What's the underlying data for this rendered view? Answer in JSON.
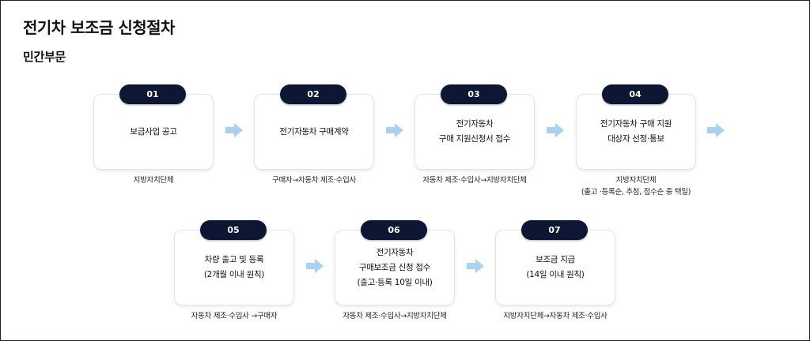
{
  "page": {
    "title": "전기차 보조금 신청절차",
    "section": "민간부문"
  },
  "steps": [
    {
      "num": "01",
      "lines": [
        "보급사업 공고"
      ],
      "captions": [
        "지방자치단체"
      ]
    },
    {
      "num": "02",
      "lines": [
        "전기자동차 구매계약"
      ],
      "captions": [
        "구매자→자동차 제조·수입사"
      ]
    },
    {
      "num": "03",
      "lines": [
        "전기자동차",
        "구매 지원신청서 접수"
      ],
      "captions": [
        "자동차 제조·수입사→지방자치단체"
      ]
    },
    {
      "num": "04",
      "lines": [
        "전기자동차 구매 지원",
        "대상자 선정·통보"
      ],
      "captions": [
        "지방자치단체",
        "(출고 ·등록순, 추첨, 접수순 중 택일)"
      ]
    },
    {
      "num": "05",
      "lines": [
        "차량 출고 및 등록",
        "(2개월 이내 원칙)"
      ],
      "captions": [
        "자동차 제조·수입사 →구매자"
      ]
    },
    {
      "num": "06",
      "lines": [
        "전기자동차",
        "구매보조금 신청 접수",
        "(출고·등록 10일 이내)"
      ],
      "captions": [
        "자동차 제조·수입사→지방자치단체"
      ]
    },
    {
      "num": "07",
      "lines": [
        "보조금 지급",
        "(14일 이내 원칙)"
      ],
      "captions": [
        "지방자치단체→자동차 제조·수입사"
      ]
    }
  ],
  "colors": {
    "badge_bg": "#0d1733",
    "arrow": "#a9d2f2"
  },
  "icons": {
    "arrow": "right-arrow-icon"
  }
}
